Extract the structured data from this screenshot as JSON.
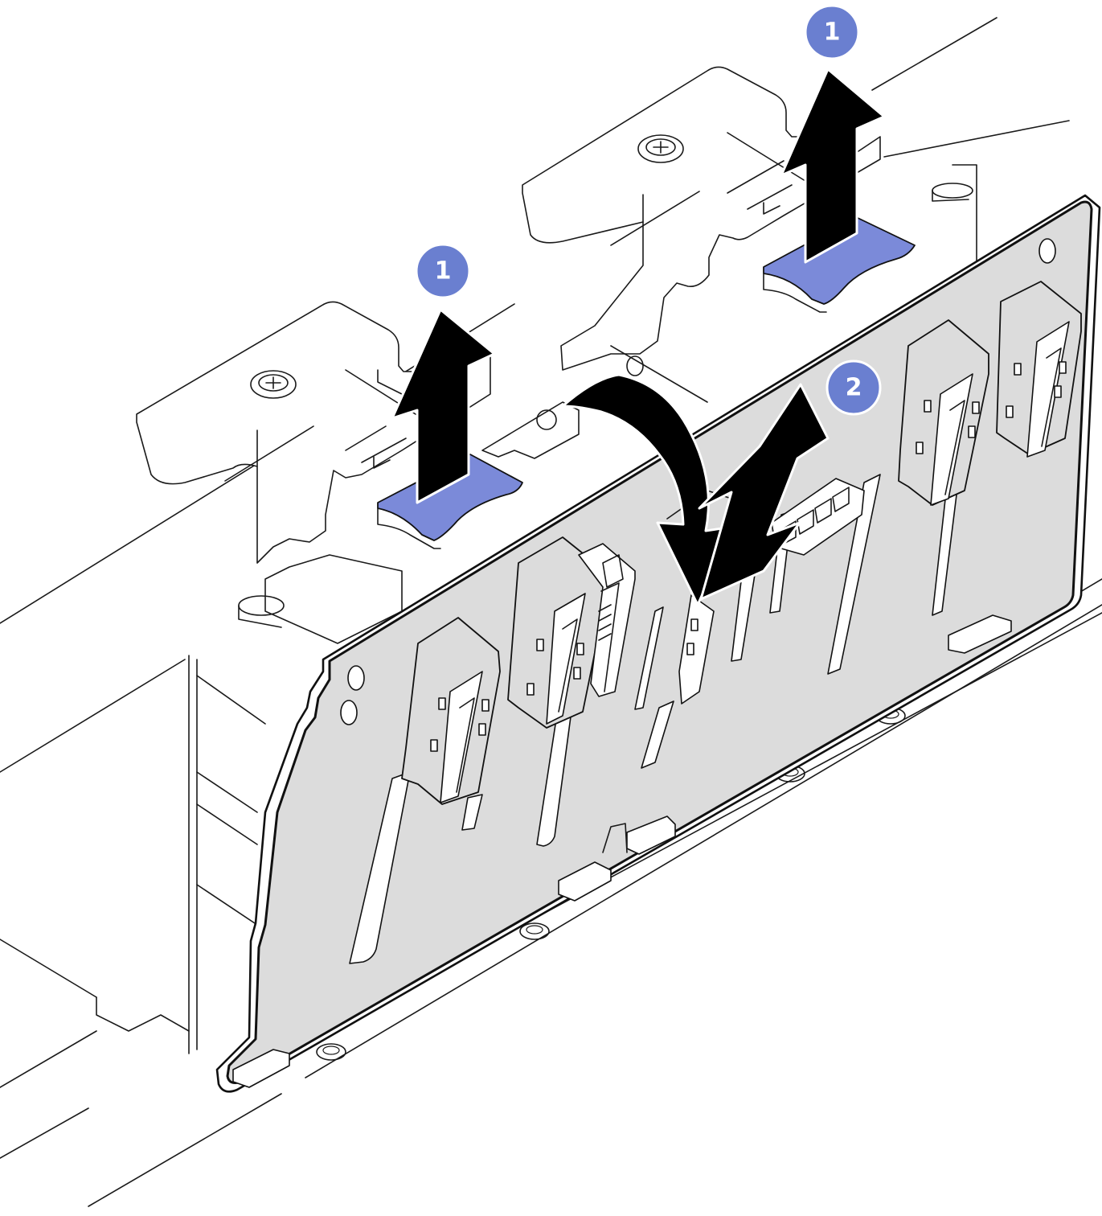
{
  "colors": {
    "callout": "#6a7fd0",
    "latch": "#7b8ad9",
    "board": "#dcdcdc",
    "arrow": "#000000",
    "line": "#1a1a1a"
  },
  "callouts": [
    {
      "id": "step-1-right",
      "label": "1"
    },
    {
      "id": "step-1-left",
      "label": "1"
    },
    {
      "id": "step-2",
      "label": "2"
    }
  ],
  "icons": [
    "screw-icon",
    "up-arrow-icon",
    "rotate-arrow-icon",
    "lift-arrow-icon"
  ]
}
